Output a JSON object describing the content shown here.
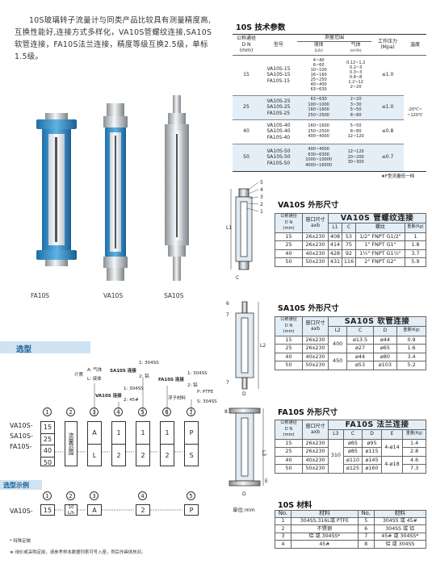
{
  "intro": "10S玻璃转子流量计与同类产品比较具有测量精度高,互换性能好,连接方式多样化，VA10S管螺纹连接,SA10S软管连接，FA10S法兰连接，精度等级互换2.5级，单标1.5级。",
  "photos": {
    "labels": [
      "FA10S",
      "VA10S",
      "SA10S"
    ]
  },
  "spec": {
    "title": "10S 技术参数",
    "headers": {
      "dn": "公称通径",
      "dn2": "D N",
      "dn3": "(mm)",
      "model": "型号",
      "range": "测量范围",
      "liquid": "液体",
      "liquid_unit": "(L/h)",
      "gas": "气体",
      "gas_unit": "(m³/h)",
      "pressure": "工作压力",
      "pressure_unit": "(Mpa)",
      "temp": "温度"
    },
    "groups": [
      {
        "dn": "15",
        "models": [
          "VA10S-15",
          "SA10S-15",
          "FA10S-15"
        ],
        "liquid": [
          "4~40",
          "6~60",
          "10~100",
          "16~160",
          "25~250",
          "40~400",
          "63~630"
        ],
        "gas": [
          "0.12~1.2",
          "0.2~3",
          "0.3~3",
          "0.8~8",
          "1.2~12",
          "2~20"
        ],
        "pressure": "≤1.0"
      },
      {
        "dn": "25",
        "models": [
          "VA10S-25",
          "SA10S-25",
          "FA10S-25"
        ],
        "liquid": [
          "63~630",
          "100~1000",
          "160~1600",
          "250~2500"
        ],
        "gas": [
          "2~20",
          "3~30",
          "5~50",
          "8~80"
        ],
        "pressure": "≤1.0"
      },
      {
        "dn": "40",
        "models": [
          "VA10S-40",
          "SA10S-40",
          "FA10S-40"
        ],
        "liquid": [
          "160~1600",
          "250~2500",
          "400~4000"
        ],
        "gas": [
          "5~50",
          "8~80",
          "12~120"
        ],
        "pressure": "≤0.8"
      },
      {
        "dn": "50",
        "models": [
          "VA10S-50",
          "SA10S-50",
          "FA10S-50"
        ],
        "liquid": [
          "400~4000",
          "630~6300",
          "1000~10000",
          "4000~16000"
        ],
        "gas": [
          "12~120",
          "20~200",
          "30~300"
        ],
        "pressure": "≤0.7"
      }
    ],
    "temps": [
      "-20℃~",
      "~120℃"
    ],
    "footnote": "★F型流量低一档"
  },
  "va": {
    "title": "VA10S  外形尺寸",
    "big": "VA10S 管螺纹连接",
    "headers": {
      "dn": "公称通径",
      "dn2": "D N",
      "dn3": "(mm)",
      "win": "窗口尺寸",
      "win2": "axb",
      "l1": "L1",
      "c": "C",
      "thread": "螺纹",
      "weight": "重量(Kg)"
    },
    "rows": [
      [
        "15",
        "26x230",
        "408",
        "53",
        "1/2\" FNPT  G1/2\"",
        "1"
      ],
      [
        "25",
        "26x230",
        "414",
        "75",
        "1\" FNPT    G1\"",
        "1.8"
      ],
      [
        "40",
        "40x230",
        "428",
        "92",
        "1½\" FNPT  G1½\"",
        "3.7"
      ],
      [
        "50",
        "50x230",
        "431",
        "116",
        "2\" FNPT    G2\"",
        "5.9"
      ]
    ]
  },
  "sa": {
    "title": "SA10S  外形尺寸",
    "big": "SA10S  软管连接",
    "headers": {
      "l2": "L2",
      "c": "C",
      "d": "D",
      "weight": "重量(Kg)"
    },
    "rows": [
      [
        "15",
        "26x230",
        "400",
        "ø13.5",
        "ø44",
        "0.9"
      ],
      [
        "25",
        "26x230",
        "",
        "ø27",
        "ø65",
        "1.6"
      ],
      [
        "40",
        "40x230",
        "450",
        "ø44",
        "ø80",
        "3.4"
      ],
      [
        "50",
        "50x230",
        "",
        "ø53",
        "ø103",
        "5.2"
      ]
    ]
  },
  "fa": {
    "title": "FA10S  外形尺寸",
    "big": "FA10S  法兰连接",
    "headers": {
      "l3": "L3",
      "c": "C",
      "d": "D",
      "e": "E",
      "weight": "重量(Kg)"
    },
    "l3": "310",
    "rows": [
      [
        "15",
        "26x230",
        "ø65",
        "ø95",
        "1.4"
      ],
      [
        "25",
        "26x230",
        "ø85",
        "ø115",
        "2.8"
      ],
      [
        "40",
        "40x230",
        "ø110",
        "ø145",
        "4.6"
      ],
      [
        "50",
        "50x230",
        "ø125",
        "ø160",
        "7.3"
      ]
    ],
    "bolts": [
      "4-ø14",
      "4-ø18"
    ]
  },
  "unit": "单位:mm",
  "mat": {
    "title": "10S  材料",
    "headers": [
      "No.",
      "材料",
      "No.",
      "材料"
    ],
    "rows": [
      [
        "1",
        "304SS,316L或 PTFE",
        "5",
        "304SS 或 45#"
      ],
      [
        "2",
        "不锈钢",
        "6",
        "304SS 或 铝"
      ],
      [
        "3",
        "铝 或 304SS*",
        "7",
        "45# 或 304SS*"
      ],
      [
        "4",
        "45#",
        "8",
        "铝 或 304SS"
      ]
    ]
  },
  "selection": {
    "title": "选型",
    "example": "选型示例",
    "models": [
      "VA10S-",
      "SA10S-",
      "FA10S-"
    ],
    "dn_values": [
      "15",
      "25",
      "40",
      "50"
    ],
    "range_label": "流量范围",
    "col3": [
      "A",
      "L"
    ],
    "col4": [
      "1",
      "2"
    ],
    "col5": [
      "1",
      "2"
    ],
    "col6": [
      "1",
      "2"
    ],
    "col7": [
      "P",
      "S"
    ],
    "legend": {
      "medium": "介质",
      "gas": "A: 气体",
      "liquid": "L: 液体",
      "sa_conn": "SA10S 连接",
      "sa1": "1: 304SS",
      "sa2": "2: 铝",
      "va_conn": "VA10S 连接",
      "va1": "1: 304SS",
      "va2": "2: 45#",
      "fa_conn": "FA10S 连接",
      "fa1": "1: 304SS",
      "fa2": "2: 铝",
      "float_mat": "浮子材料",
      "p": "P: PTFE",
      "s": "S: 304SS"
    },
    "example_code": {
      "model": "VA10S-",
      "dn": "15",
      "range": "10",
      "range_unit": "L/h",
      "c3": "A",
      "c5": "2",
      "c7": "P"
    },
    "note1": "* 特殊定做",
    "note2": "★:询价或采购定前，请参考样本数据列表可号入座，然后作具体核对。"
  }
}
